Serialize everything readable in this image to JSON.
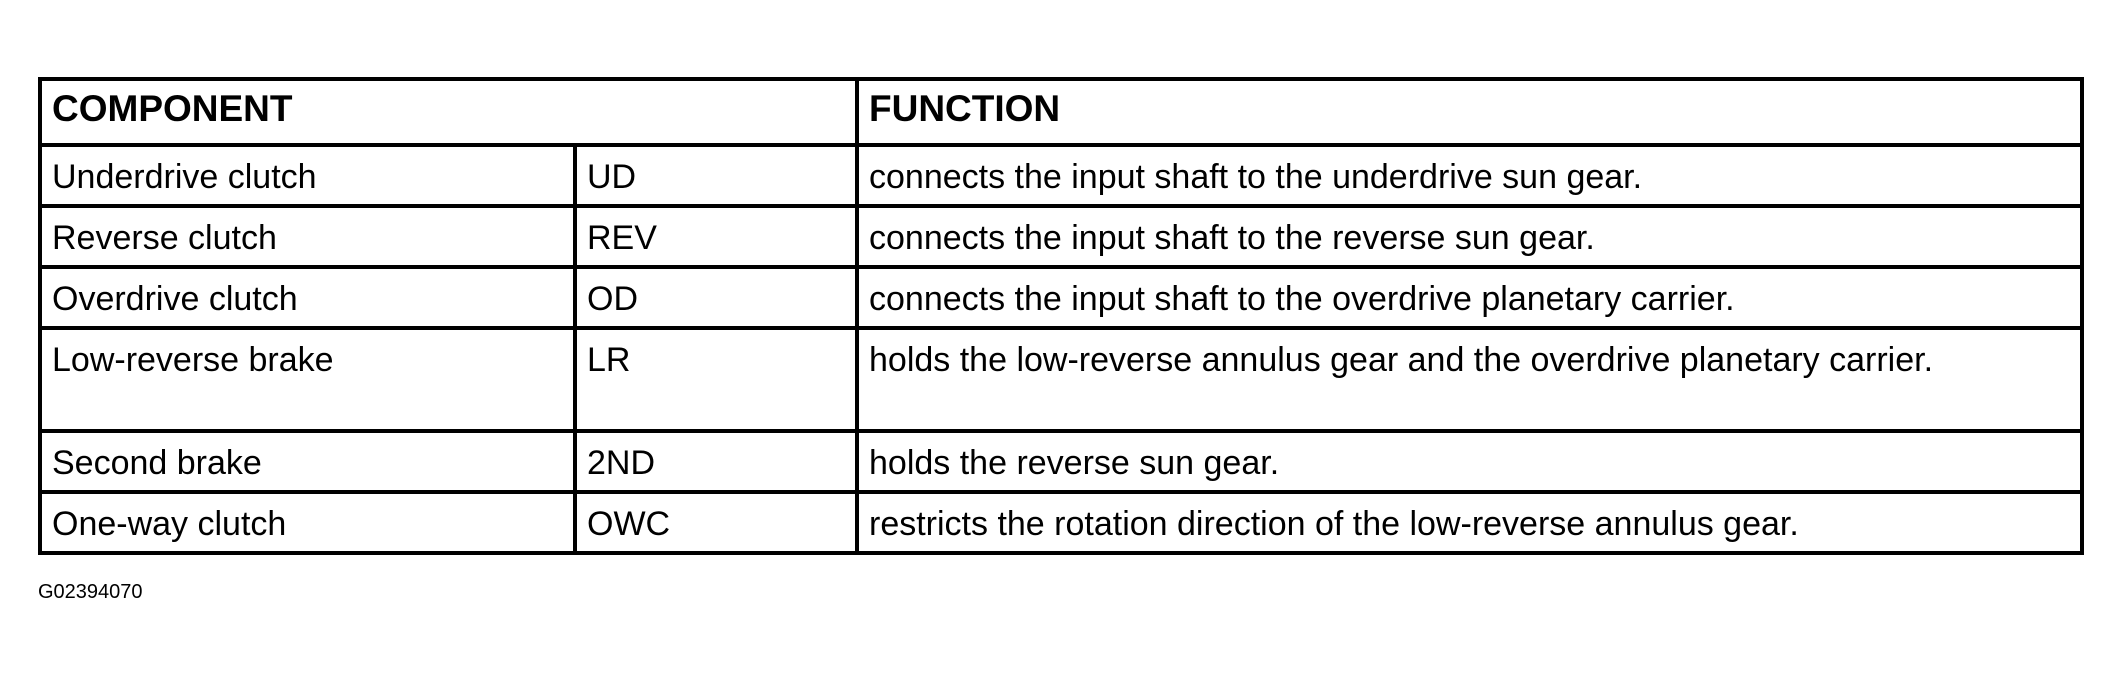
{
  "table": {
    "headers": {
      "component": "COMPONENT",
      "function": "FUNCTION"
    },
    "rows": [
      {
        "component": "Underdrive clutch",
        "abbr": "UD",
        "function": "connects the input shaft to the underdrive sun gear."
      },
      {
        "component": "Reverse clutch",
        "abbr": "REV",
        "function": "connects the input shaft to the reverse sun gear."
      },
      {
        "component": "Overdrive clutch",
        "abbr": "OD",
        "function": "connects the input shaft to the overdrive planetary carrier."
      },
      {
        "component": "Low-reverse brake",
        "abbr": "LR",
        "function": "holds the low-reverse annulus gear and the overdrive planetary carrier."
      },
      {
        "component": "Second brake",
        "abbr": "2ND",
        "function": "holds the reverse sun gear."
      },
      {
        "component": "One-way clutch",
        "abbr": "OWC",
        "function": "restricts the rotation direction of the low-reverse annulus gear."
      }
    ]
  },
  "figure_id": "G02394070"
}
